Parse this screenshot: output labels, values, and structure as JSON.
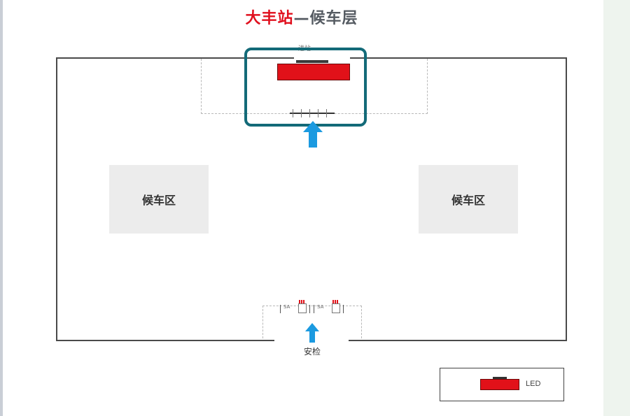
{
  "title": {
    "station": "大丰站",
    "separator": "—",
    "floor": "候车层"
  },
  "inbound_label": "进站",
  "zones": {
    "left": "候车区",
    "right": "候车区"
  },
  "security": {
    "label": "安检",
    "device_tag_1": "SA",
    "device_tag_2": "SA"
  },
  "legend": {
    "led_label": "LED"
  },
  "colors": {
    "led_red": "#e11119",
    "highlight_teal": "#136a78",
    "arrow_blue": "#1b9ae0",
    "zone_gray": "#ececec",
    "title_red": "#e0101e"
  },
  "icons": [
    "up-arrow-icon",
    "led-screen-icon"
  ]
}
